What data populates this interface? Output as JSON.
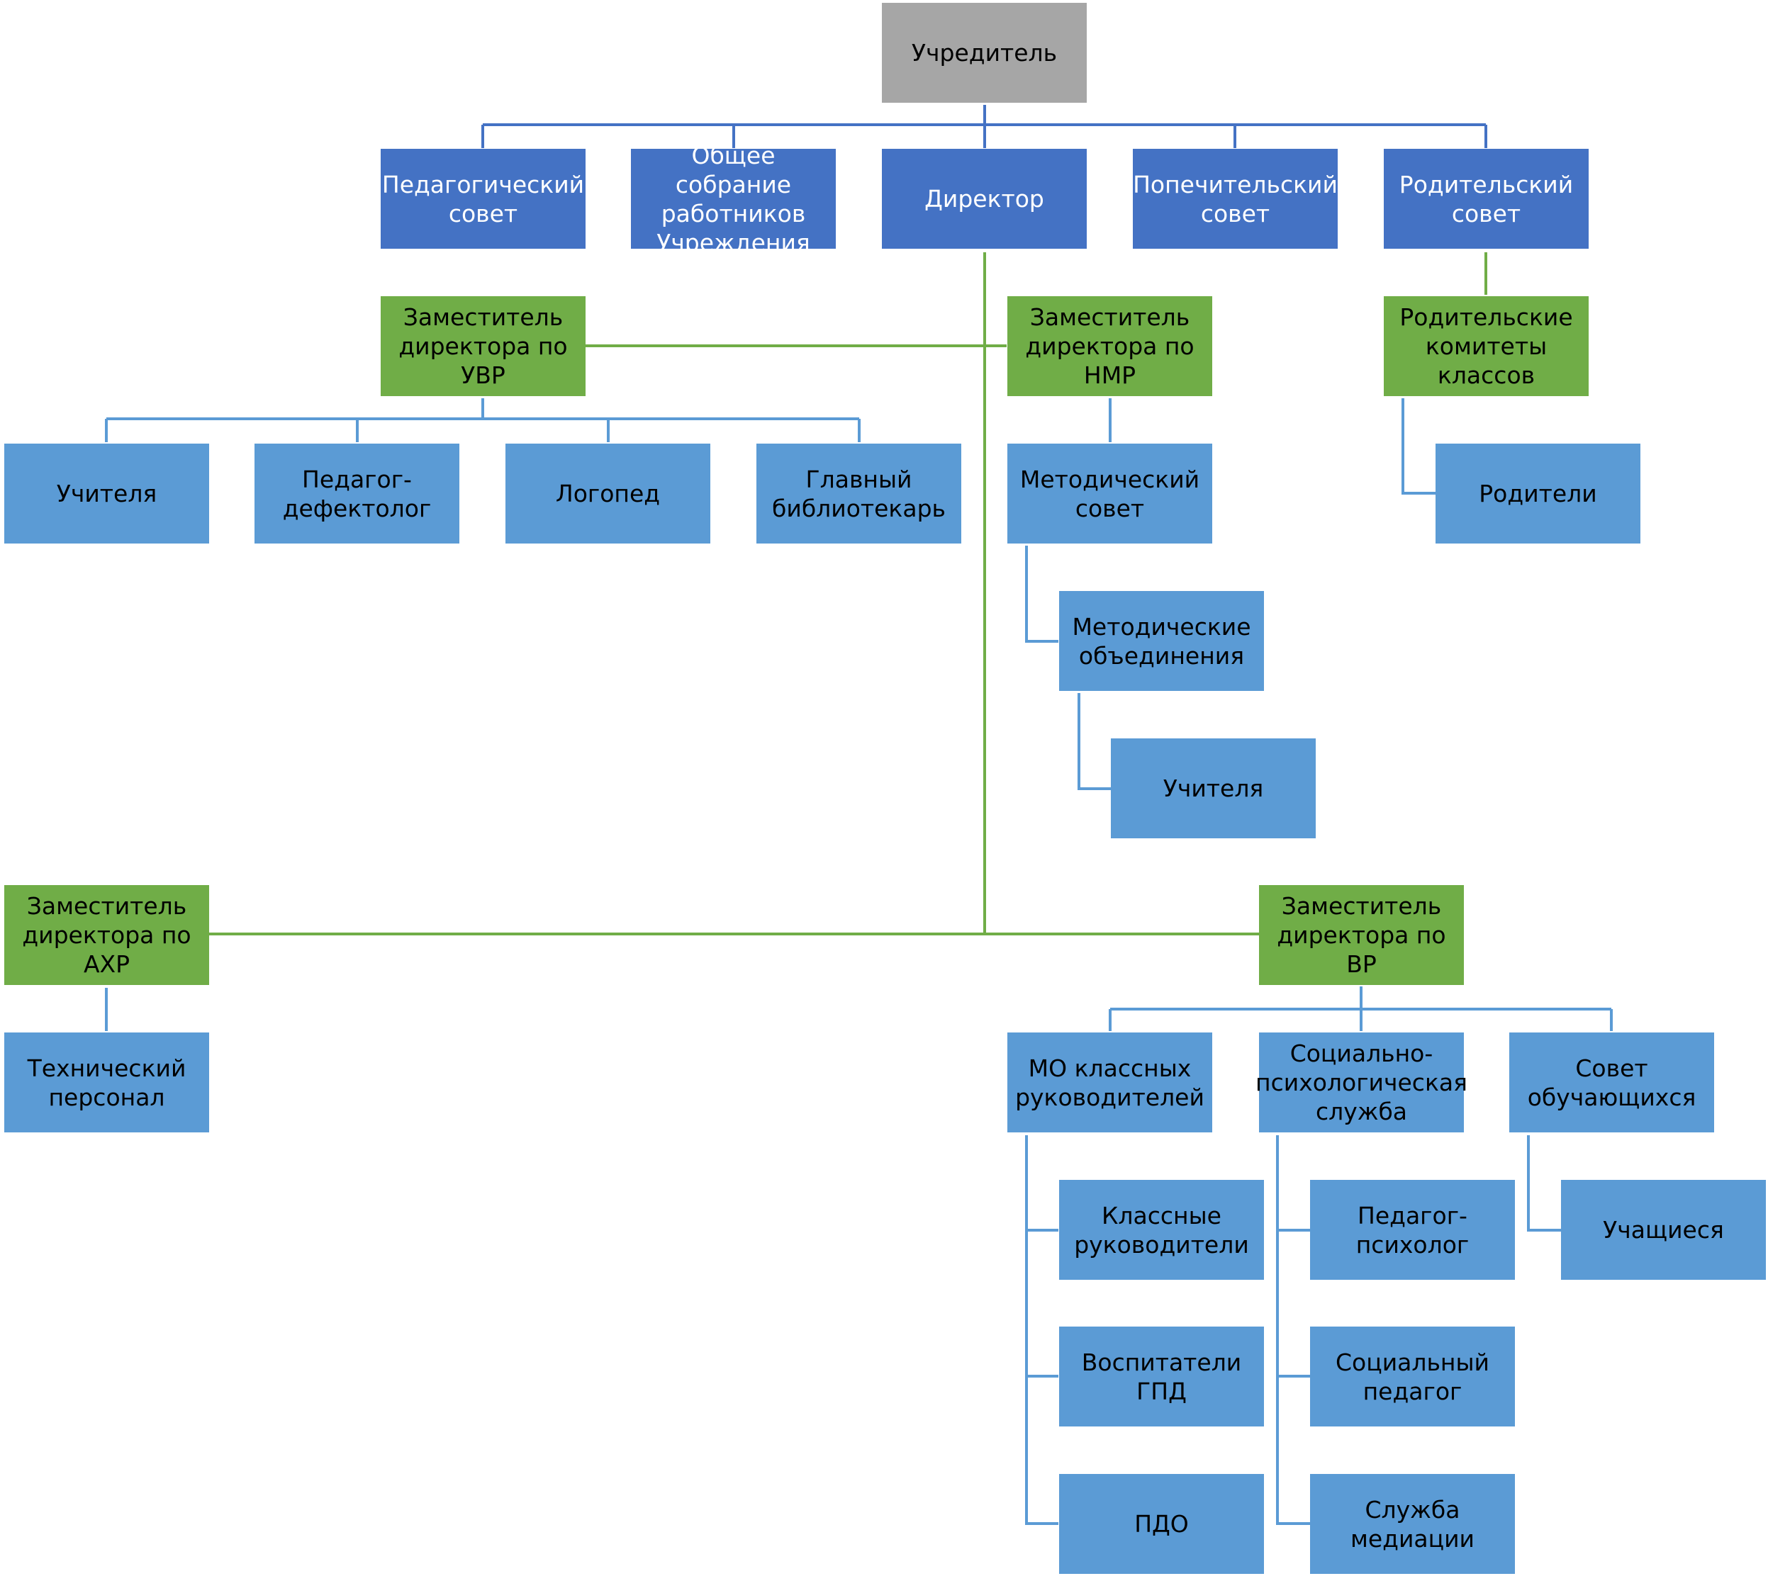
{
  "colors": {
    "root": "#a6a6a6",
    "council": "#4472c4",
    "deputy": "#70ad47",
    "unit": "#5b9bd5",
    "line_blue": "#4472c4",
    "line_green": "#70ad47",
    "line_light": "#5b9bd5"
  },
  "nodes": {
    "founder": "Учредитель",
    "ped_council": "Педагогический\nсовет",
    "general_meeting": "Общее собрание\nработников\nУчреждения",
    "director": "Директор",
    "trustee_council": "Попечительский\nсовет",
    "parent_council": "Родительский\nсовет",
    "dep_uvr": "Заместитель\nдиректора по УВР",
    "dep_nmr": "Заместитель\nдиректора по\nНМР",
    "parent_committees": "Родительские\nкомитеты классов",
    "teachers_uvr": "Учителя",
    "ped_defectologist": "Педагог-\nдефектолог",
    "speech_therapist": "Логопед",
    "head_librarian": "Главный\nбиблиотекарь",
    "method_council": "Методический\nсовет",
    "parents": "Родители",
    "method_associations": "Методические\nобъединения",
    "teachers_mo": "Учителя",
    "dep_ahr": "Заместитель\nдиректора по АХР",
    "dep_vr": "Заместитель\nдиректора по ВР",
    "tech_staff": "Технический\nперсонал",
    "mo_class_leaders": "МО классных\nруководителей",
    "social_psych_service": "Социально-\nпсихологическая\nслужба",
    "student_council": "Совет\nобучающихся",
    "class_leaders": "Классные\nруководители",
    "ped_psychologist": "Педагог-психолог",
    "students": "Учащиеся",
    "gpd_educators": "Воспитатели ГПД",
    "social_pedagogue": "Социальный\nпедагог",
    "pdo": "ПДО",
    "mediation_service": "Служба\nмедиации"
  }
}
